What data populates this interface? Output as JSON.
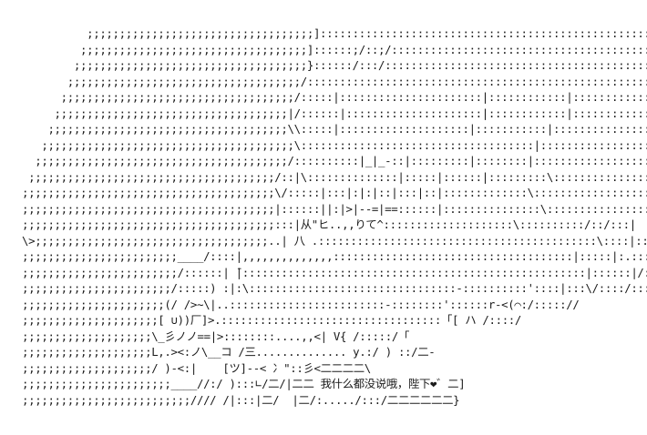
{
  "artwork": {
    "kind": "ascii-art",
    "style": "japanese-aa-shift-jis",
    "background_color": "#ffffff",
    "text_color": "#1a1a1a",
    "columns": 126,
    "rows": 25,
    "dialogue_text": "我什么都没说哦，陛下❤",
    "dialogue_language": "zh-CN",
    "heart_glyph": "❤",
    "lines": [
      "          ;;;;;;;;;;;;;;;;;;;;;;;;;;;;;;;;;;;]:::::::::::::::::::::::::::::::::::::::::::::::::::::::::::::::::::\\",
      "         ;;;;;;;;;;;;;;;;;;;;;;;;;;;;;;;;;;;]::::::;/::;/::::::::::::::::::::::::::::::::::::::::::::::::::::::\\",
      "        ;;;;;;;;;;;;;;;;;;;;;;;;;;;;;;;;;;;;}::::::/:::/:::::::::::::::::::::::::::::::::::::::::::::::::::::\\",
      "       ;;;;;;;;;;;;;;;;;;;;;;;;;;;;;;;;;;;;/:::::::::::::::::::::::::::::::::::::::::::::::::::::::::::::::::\\",
      "      ;;;;;;;;;;;;;;;;;;;;;;;;;;;;;;;;;;;;/:::::|::::::::::::::::::::::|::::::::::::|:::::::::::::::::::::::::::\\",
      "     ;;;;;;;;;;;;;;;;;;;;;;;;;;;;;;;;;;;;|/::::::|:::::::::::::::::::::|::::::::::::|::::::::::::::::::::::::::",
      "    ;;;;;;;;;;;;;;;;;;;;;;;;;;;;;;;;;;;;;\\\\:::::|::::::::::::::::::::|:::::::::::|::::::::::::::::::::::::::::\\",
      "   ;;;;;;;;;;;;;;;;;;;;;;;;;;;;;;;;;;;;;;;\\::::::::::::::::::::::::::::::::::::|:::::::::::::::::::::::::::::\\",
      "  ;;;;;;;;;;;;;;;;;;;;;;;;;;;;;;;;;;;;;;;/::::::::::|_|_-::|:::::::::|::::::::|:::::::::::::::::::::::::::::",
      " ;;;;;;;;;;;;;;;;;;;;;;;;;;;;;;;;;;;;;;/::|\\::::::::::::::|:::::|::::::|:::::::::\\::::::::::::::::::::::::::::",
      ";;;;;;;;;;;;;;;;;;;;;;;;;;;;;;;;;;;;;;;\\/:::::|:::|:|:|::|:::|::|:::::::::::::\\::::::::::::::::::::/\\:::",
      ";;;;;;;;;;;;;;;;;;;;;;;;;;;;;;;;;;;;;;;|::::::||:|>|--=|==::::::|:::::::::::::::\\:::::::::::::::::/::/:|^",
      ";;;;;;;;;;;;;;;;;;;;;;;;;;;;;;;;;;;;;;;:::|从\"ヒ..,,りて^::::::::::::::::::::\\::::::::::/::/:::|",
      "\\>;;;;;;;;;;;;;;;;;;;;;;;;;;;;;;;;;;;;..| 八 .:::::::::::::::::::::::::::::::::::::::::::\\::::|::::::::::::/::::|",
      ";;;;;;;;;;;;;;;;;;;;;;;;____/::::|,,,,,,,,,,,,,,:::::::::::::::::::::::::::::::::::::|:::::|:.::::::/::::|",
      ";;;;;;;;;;;;;;;;;;;;;;;;/::::::| ̄|:::::::::::::::::::::::::::::::::::::::::::::::::::::|::::::|/::::::|",
      ";;;;;;;;;;;;;;;;;;;;;;;/:::::) :|:\\::::::::::::::::::::::::::::::::-::::::::::'::::|:::\\/::::/:::/",
      ";;;;;;;;;;;;;;;;;;;;;;(/ />~\\|..::::::::::::::::::::::::-::::::::'::::::r-<(⌒:/::::://",
      ";;;;;;;;;;;;;;;;;;;;;[ ∪))厂]>.::::::::::::::::::::::::::::::::::「[ ハ /::::/",
      ";;;;;;;;;;;;;;;;;;;;\\_彡ノノ==|>::::::::....,,<| V{ /:::::/「",
      ";;;;;;;;;;;;;;;;;;;;L,.><:ノ\\__コ /三.............. y.:/ ) ::/二-",
      ";;;;;;;;;;;;;;;;;;;;/ )-<:|    [ツ]--< 冫\"::彡<二二二二\\",
      ";;;;;;;;;;;;;;;;;;;;;;;____//:/ ):::∟/二/|二二 我什么都没说哦，陛下❤゛二]",
      ";;;;;;;;;;;;;;;;;;;;;;;;;;//// /|:::|二/  |二/:...../:::/二二二二二二}",
      ""
    ]
  }
}
